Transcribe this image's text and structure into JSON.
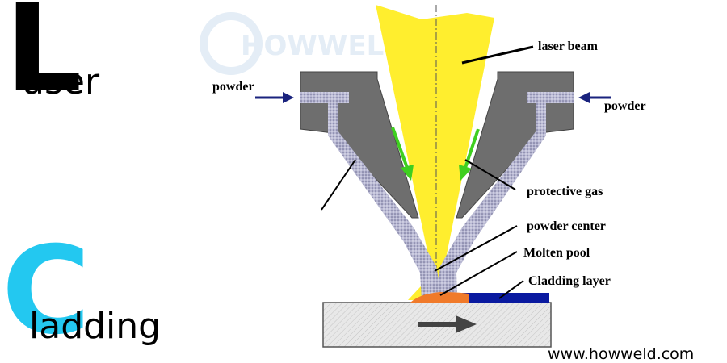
{
  "title": {
    "laser_initial": "L",
    "laser_rest": "aser",
    "cladding_initial": "C",
    "cladding_rest": "ladding"
  },
  "watermark": "HOWWELD",
  "website": "www.howweld.com",
  "labels": {
    "laser_beam": "laser beam",
    "powder_left": "powder",
    "powder_right": "powder",
    "protective_gas": "protective gas",
    "powder_center": "powder center",
    "molten_pool": "Molten pool",
    "cladding_layer": "Cladding layer"
  },
  "colors": {
    "laser_beam": "#ffee2e",
    "nozzle": "#6e6e6e",
    "powder_arrow": "#1a237e",
    "gas_arrow": "#3ecf1f",
    "molten_pool": "#f07a2a",
    "cladding_layer": "#0a1aa0",
    "cladding_accent": "#23c8f0"
  }
}
